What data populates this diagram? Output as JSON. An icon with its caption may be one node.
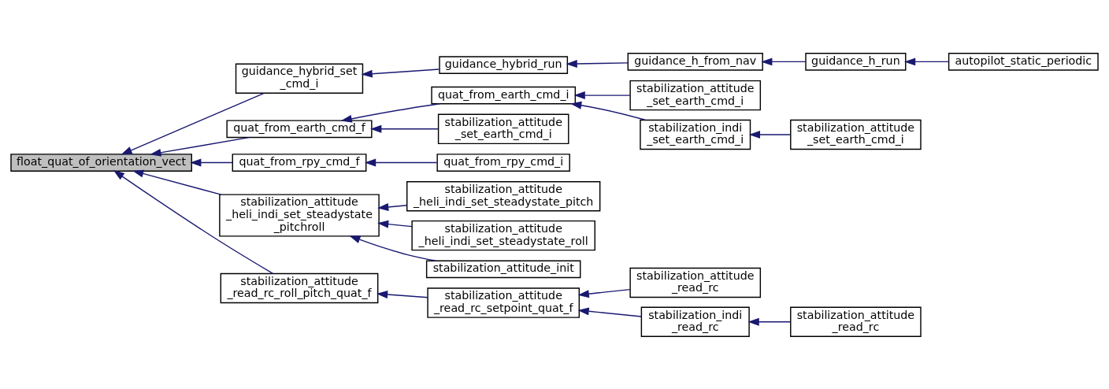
{
  "diagram": {
    "nodes": [
      {
        "text": [
          "float_quat_of_orientation_vect"
        ]
      },
      {
        "text": [
          "guidance_hybrid_set _cmd_i"
        ]
      },
      {
        "text": [
          "guidance_hybrid_run"
        ]
      },
      {
        "text": [
          "guidance_h_from_nav"
        ]
      },
      {
        "text": [
          "guidance_h_run"
        ]
      },
      {
        "text": [
          "autopilot_static_periodic"
        ]
      },
      {
        "text": [
          "quat_from_earth_cmd_f"
        ]
      },
      {
        "text": [
          "quat_from_earth_cmd_i"
        ]
      },
      {
        "text": [
          "stabilization_attitude _set_earth_cmd_i"
        ]
      },
      {
        "text": [
          "stabilization_indi _set_earth_cmd_i"
        ]
      },
      {
        "text": [
          "stabilization_attitude _set_earth_cmd_i"
        ]
      },
      {
        "text": [
          "stabilization_attitude _set_earth_cmd_i"
        ]
      },
      {
        "text": [
          "quat_from_rpy_cmd_f"
        ]
      },
      {
        "text": [
          "quat_from_rpy_cmd_i"
        ]
      },
      {
        "text": [
          "stabilization_attitude _heli_indi_set_steadystate _pitchroll"
        ]
      },
      {
        "text": [
          "stabilization_attitude _heli_indi_set_steadystate_pitch"
        ]
      },
      {
        "text": [
          "stabilization_attitude _heli_indi_set_steadystate_roll"
        ]
      },
      {
        "text": [
          "stabilization_attitude_init"
        ]
      },
      {
        "text": [
          "stabilization_attitude _read_rc_roll_pitch_quat_f"
        ]
      },
      {
        "text": [
          "stabilization_attitude _read_rc_setpoint_quat_f"
        ]
      },
      {
        "text": [
          "stabilization_attitude _read_rc"
        ]
      },
      {
        "text": [
          "stabilization_indi _read_rc"
        ]
      },
      {
        "text": [
          "stabilization_attitude _read_rc"
        ]
      }
    ],
    "edges": [
      {
        "from": 1,
        "to": 0,
        "arrow": "to"
      },
      {
        "from": 6,
        "to": 0,
        "arrow": "to"
      },
      {
        "from": 12,
        "to": 0,
        "arrow": "to"
      },
      {
        "from": 14,
        "to": 0,
        "arrow": "to"
      },
      {
        "from": 18,
        "to": 0,
        "arrow": "to"
      },
      {
        "from": 2,
        "to": 1,
        "arrow": "to"
      },
      {
        "from": 3,
        "to": 2,
        "arrow": "to"
      },
      {
        "from": 4,
        "to": 3,
        "arrow": "to"
      },
      {
        "from": 5,
        "to": 4,
        "arrow": "to"
      },
      {
        "from": 7,
        "to": 6,
        "arrow": "to"
      },
      {
        "from": 11,
        "to": 6,
        "arrow": "to"
      },
      {
        "from": 8,
        "to": 7,
        "arrow": "to"
      },
      {
        "from": 9,
        "to": 7,
        "arrow": "to"
      },
      {
        "from": 10,
        "to": 9,
        "arrow": "to"
      },
      {
        "from": 13,
        "to": 12,
        "arrow": "to"
      },
      {
        "from": 15,
        "to": 14,
        "arrow": "to"
      },
      {
        "from": 16,
        "to": 14,
        "arrow": "to"
      },
      {
        "from": 17,
        "to": 14,
        "arrow": "to"
      },
      {
        "from": 19,
        "to": 18,
        "arrow": "to"
      },
      {
        "from": 20,
        "to": 19,
        "arrow": "to"
      },
      {
        "from": 21,
        "to": 19,
        "arrow": "to"
      },
      {
        "from": 22,
        "to": 21,
        "arrow": "to"
      }
    ]
  }
}
